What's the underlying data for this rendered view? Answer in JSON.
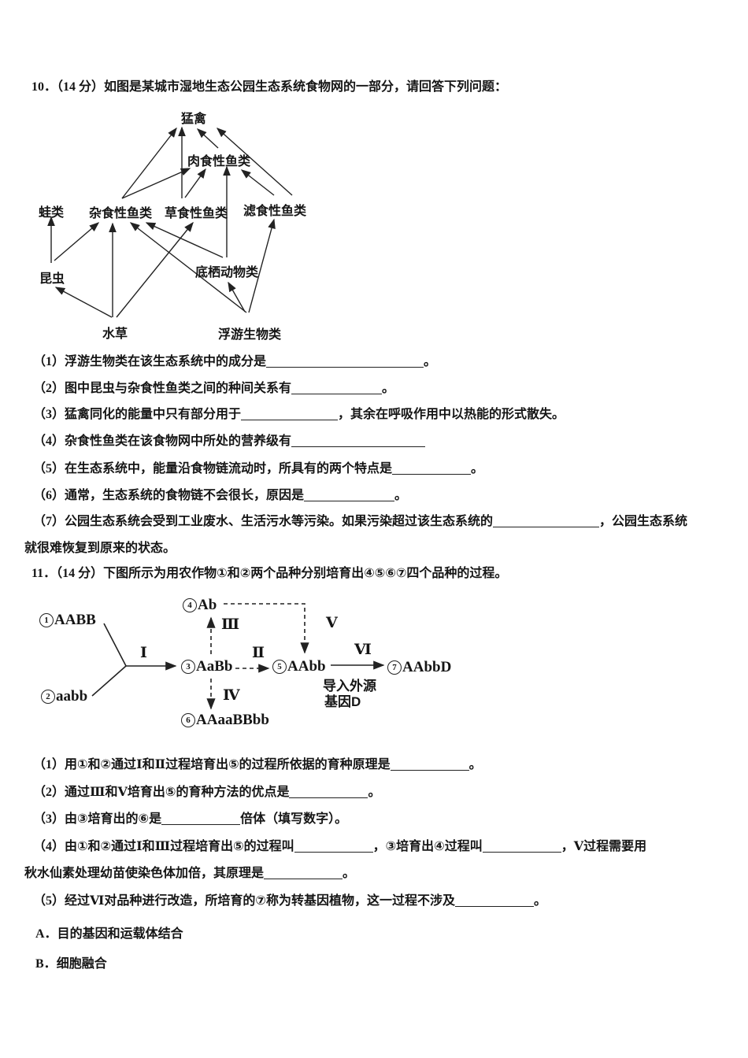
{
  "page": {
    "background": "#ffffff",
    "text_color": "#151515"
  },
  "q10": {
    "num": "10．",
    "score": "（14 分）",
    "stem": "如图是某城市湿地生态公园生态系统食物网的一部分，请回答下列问题：",
    "foodweb": {
      "nodes": [
        {
          "id": "raptor",
          "label": "猛禽"
        },
        {
          "id": "carnivorous-fish",
          "label": "肉食性鱼类"
        },
        {
          "id": "frog",
          "label": "蛙类"
        },
        {
          "id": "omnivorous-fish",
          "label": "杂食性鱼类"
        },
        {
          "id": "herbivorous-fish",
          "label": "草食性鱼类"
        },
        {
          "id": "filter-feeding-fish",
          "label": "滤食性鱼类"
        },
        {
          "id": "insect",
          "label": "昆虫"
        },
        {
          "id": "benthic-animals",
          "label": "底栖动物类"
        },
        {
          "id": "water-plants",
          "label": "水草"
        },
        {
          "id": "plankton",
          "label": "浮游生物类"
        }
      ],
      "links": [
        "水草→昆虫",
        "水草→杂食性鱼类",
        "水草→草食性鱼类",
        "昆虫→蛙类",
        "昆虫→杂食性鱼类",
        "浮游生物类→杂食性鱼类",
        "浮游生物类→底栖动物类",
        "浮游生物类→滤食性鱼类",
        "底栖动物类→杂食性鱼类",
        "底栖动物类→肉食性鱼类",
        "杂食性鱼类→肉食性鱼类",
        "杂食性鱼类→猛禽",
        "草食性鱼类→肉食性鱼类",
        "草食性鱼类→猛禽",
        "滤食性鱼类→肉食性鱼类",
        "滤食性鱼类→猛禽",
        "肉食性鱼类→猛禽"
      ]
    },
    "parts": [
      {
        "pre": "（1）浮游生物类在该生态系统中的成分是",
        "post": "。"
      },
      {
        "pre": "（2）图中昆虫与杂食性鱼类之间的种间关系有",
        "post": "。"
      },
      {
        "pre": "（3）猛禽同化的能量中只有部分用于",
        "post": "，其余在呼吸作用中以热能的形式散失。"
      },
      {
        "pre": "（4）杂食性鱼类在该食物网中所处的营养级有",
        "post": ""
      },
      {
        "pre": "（5）在生态系统中，能量沿食物链流动时，所具有的两个特点是",
        "post": "。"
      },
      {
        "pre": "（6）通常，生态系统的食物链不会很长，原因是",
        "post": "。"
      },
      {
        "pre": "（7）公园生态系统会受到工业废水、生活污水等污染。如果污染超过该生态系统的",
        "post": "，公园生态系统",
        "cont": "就很难恢复到原来的状态。"
      }
    ]
  },
  "q11": {
    "num": "11．",
    "score": "（14 分）",
    "stem": "下图所示为用农作物①和②两个品种分别培育出④⑤⑥⑦四个品种的过程。",
    "diagram": {
      "nodes": [
        {
          "num": "1",
          "genotype": "AABB"
        },
        {
          "num": "2",
          "genotype": "aabb"
        },
        {
          "num": "3",
          "genotype": "AaBb"
        },
        {
          "num": "4",
          "genotype": "Ab"
        },
        {
          "num": "5",
          "genotype": "AAbb"
        },
        {
          "num": "6",
          "genotype": "AAaaBBbb"
        },
        {
          "num": "7",
          "genotype": "AAbbD"
        }
      ],
      "steps": {
        "s1": "Ⅰ",
        "s2": "Ⅱ",
        "s3": "Ⅲ",
        "s4": "Ⅳ",
        "s5": "Ⅴ",
        "s6": "Ⅵ"
      },
      "note_line1": "导入外源",
      "note_line2": "基因D"
    },
    "parts": [
      {
        "pre": "（1）用①和②通过Ⅰ和Ⅱ过程培育出⑤的过程所依据的育种原理是",
        "post": "。"
      },
      {
        "pre": "（2）通过Ⅲ和Ⅴ培育出⑤的育种方法的优点是",
        "post": "。"
      },
      {
        "pre": "（3）由③培育出的⑥是",
        "post": "倍体（填写数字）。"
      },
      {
        "pre": "（4）由①和②通过Ⅰ和Ⅲ过程培育出⑤的过程叫",
        "mid1": "，③培育出④过程叫",
        "mid2": "，Ⅴ过程需要用",
        "cont": "秋水仙素处理幼苗使染色体加倍，其原理是",
        "cont_post": "。"
      },
      {
        "pre": "（5）经过Ⅵ对品种进行改造，所培育的⑦称为转基因植物，这一过程不涉及",
        "post": "。"
      }
    ],
    "options": [
      {
        "label": "A．",
        "text": "目的基因和运载体结合"
      },
      {
        "label": "B．",
        "text": "细胞融合"
      }
    ]
  }
}
